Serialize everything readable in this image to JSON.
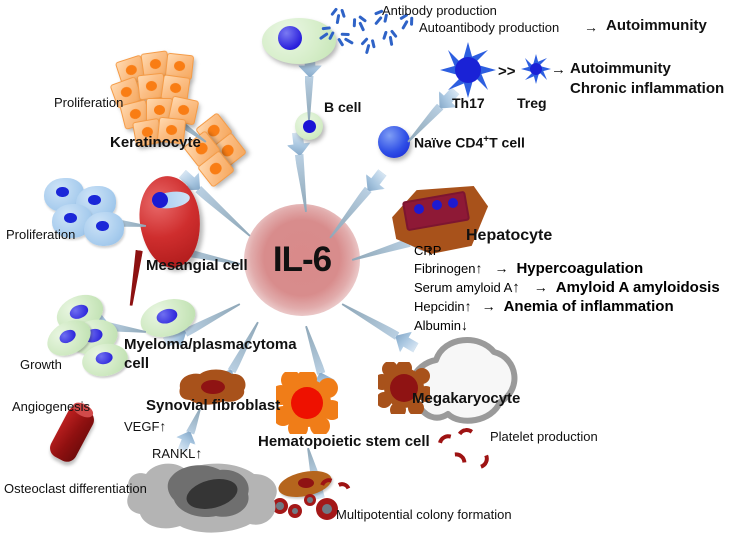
{
  "figure": {
    "center_label": "IL-6",
    "background": "#ffffff",
    "accent_arrow_color": "#a8c6e0",
    "center_color": "#d88c8c"
  },
  "b_cell": {
    "label": "B cell",
    "effects": [
      "Antibody production",
      "Autoantibody production",
      "Autoimmunity"
    ],
    "arrow_symbol": "→"
  },
  "t_cell": {
    "label": "Naïve CD4",
    "label_sup": "+",
    "label_tail": "T cell",
    "th17_label": "Th17",
    "treg_label": "Treg",
    "comparator": ">>",
    "arrow_symbol": "→",
    "outcomes": [
      "Autoimmunity",
      "Chronic inflammation"
    ]
  },
  "keratinocyte": {
    "label": "Keratinocyte",
    "effect": "Proliferation"
  },
  "mesangial": {
    "label": "Mesangial cell",
    "effect": "Proliferation"
  },
  "myeloma": {
    "label_line1": "Myeloma/plasmacytoma",
    "label_line2": "cell",
    "effect": "Growth"
  },
  "hepatocyte": {
    "label": "Hepatocyte",
    "rows": [
      {
        "analyte": "CRP",
        "change": "↑",
        "arrow": "",
        "outcome": ""
      },
      {
        "analyte": "Fibrinogen",
        "change": "↑",
        "arrow": "→",
        "outcome": "Hypercoagulation"
      },
      {
        "analyte": "Serum amyloid A",
        "change": "↑",
        "arrow": "→",
        "outcome": "Amyloid A amyloidosis"
      },
      {
        "analyte": "Hepcidin",
        "change": "↑",
        "arrow": "→",
        "outcome": "Anemia of inflammation"
      },
      {
        "analyte": "Albumin",
        "change": "↓",
        "arrow": "",
        "outcome": ""
      }
    ]
  },
  "synovial_fibroblast": {
    "label": "Synovial fibroblast",
    "vegf": "VEGF",
    "vegf_change": "↑",
    "vegf_effect": "Angiogenesis",
    "rankl": "RANKL",
    "rankl_change": "↑",
    "rankl_effect": "Osteoclast differentiation"
  },
  "hematopoietic": {
    "label": "Hematopoietic stem cell",
    "effect": "Multipotential colony formation"
  },
  "megakaryocyte": {
    "label": "Megakaryocyte",
    "effect": "Platelet production"
  }
}
